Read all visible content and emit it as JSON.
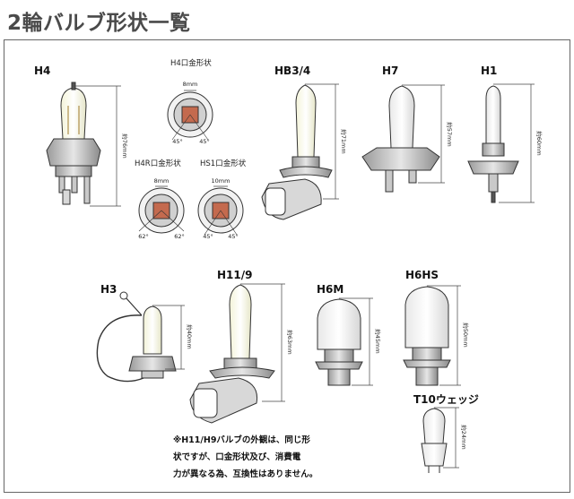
{
  "title": "2輪バルブ形状一覧",
  "bulbs": {
    "h4": {
      "label": "H4",
      "height": "約76mm"
    },
    "hb34": {
      "label": "HB3/4",
      "height": "約71mm"
    },
    "h7": {
      "label": "H7",
      "height": "約57mm"
    },
    "h1": {
      "label": "H1",
      "height": "約60mm"
    },
    "h3": {
      "label": "H3",
      "height": "約40mm"
    },
    "h119": {
      "label": "H11/9",
      "height": "約63mm"
    },
    "h6m": {
      "label": "H6M",
      "height": "約45mm"
    },
    "h6hs": {
      "label": "H6HS",
      "height": "約50mm"
    },
    "t10": {
      "label": "T10ウェッジ",
      "height": "約24mm"
    }
  },
  "bases": {
    "h4": {
      "label": "H4口金形状",
      "width": "8mm",
      "angle_left": "45°",
      "angle_right": "45°"
    },
    "h4r": {
      "label": "H4R口金形状",
      "width": "8mm",
      "angle_left": "62°",
      "angle_right": "62°"
    },
    "hs1": {
      "label": "HS1口金形状",
      "width": "10mm",
      "angle_left": "45°",
      "angle_right": "45°"
    }
  },
  "note": [
    "※H11/H9バルブの外観は、同じ形",
    "状ですが、口金形状及び、消費電",
    "力が異なる為、互換性はありません。"
  ]
}
